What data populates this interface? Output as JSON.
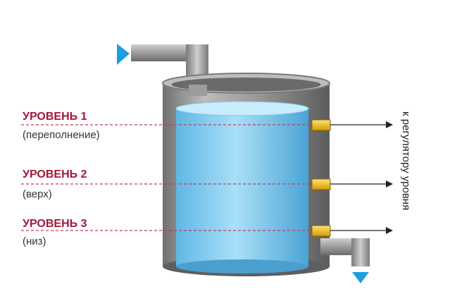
{
  "levels": [
    {
      "title": "УРОВЕНЬ 1",
      "subtitle": "(переполнение)"
    },
    {
      "title": "УРОВЕНЬ 2",
      "subtitle": "(верх)"
    },
    {
      "title": "УРОВЕНЬ 3",
      "subtitle": "(низ)"
    }
  ],
  "side_label": "к регулятору уровня",
  "colors": {
    "level_text": "#a3173a",
    "dash_line": "#c23a5a",
    "water": "#8fd3f4",
    "steel": "#8f8f8f",
    "sensor": "#f2c01e",
    "flow_arrow": "#1a9fe0",
    "signal_line": "#222222"
  },
  "icons": [
    "inlet-arrow-icon",
    "outlet-arrow-icon",
    "level-sensor-icon"
  ]
}
